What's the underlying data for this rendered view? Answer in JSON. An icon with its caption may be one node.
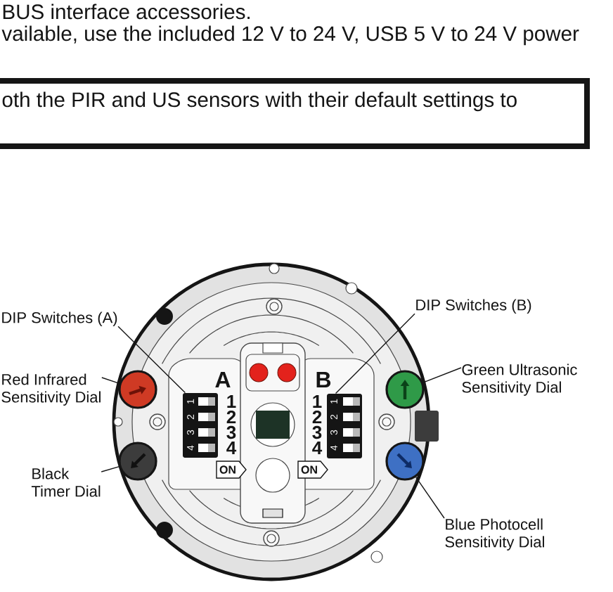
{
  "diagram": {
    "nodes": [
      {
        "text": [
          "oth the PIR and US sensors with their default settings to"
        ]
      },
      {
        "text": [
          "DIP Switches (A)"
        ]
      },
      {
        "text": [
          "DIP Switches (B)"
        ]
      },
      {
        "text": [
          "Red Infrared Sensitivity Dial"
        ]
      },
      {
        "text": [
          "Green Ultrasonic Sensitivity Dial"
        ]
      },
      {
        "text": [
          "Black Timer Dial"
        ]
      },
      {
        "text": [
          "Blue Photocell Sensitivity Dial"
        ]
      },
      {
        "text": [
          "1",
          "2",
          "3",
          "4"
        ],
        "beside": [
          "A",
          "1",
          "2",
          "3",
          "4",
          "ON"
        ]
      },
      {
        "text": [
          "1",
          "2",
          "3",
          "4"
        ],
        "beside": [
          "B",
          "1",
          "2",
          "3",
          "4",
          "ON"
        ]
      },
      {
        "text": [],
        "shape": "circle"
      },
      {
        "text": [],
        "shape": "circle"
      },
      {
        "text": [],
        "shape": "circle"
      },
      {
        "text": [],
        "shape": "circle"
      }
    ],
    "edges": [
      {
        "from": 1,
        "to": 7,
        "arrow": "none"
      },
      {
        "from": 2,
        "to": 8,
        "arrow": "none"
      },
      {
        "from": 3,
        "to": 9,
        "arrow": "none"
      },
      {
        "from": 4,
        "to": 10,
        "arrow": "none"
      },
      {
        "from": 5,
        "to": 11,
        "arrow": "none"
      },
      {
        "from": 6,
        "to": 12,
        "arrow": "none"
      }
    ],
    "labels": [
      "BUS interface accessories.",
      "vailable, use the included 12 V to 24 V, USB 5 V to 24 V power"
    ]
  }
}
